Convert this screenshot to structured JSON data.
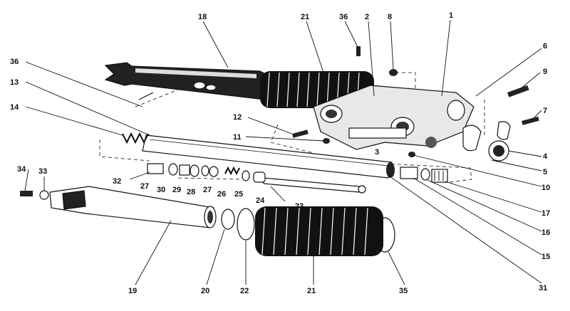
{
  "diagram": {
    "labels": [
      "18",
      "21",
      "36",
      "2",
      "8",
      "1",
      "6",
      "9",
      "36",
      "13",
      "14",
      "12",
      "7",
      "11",
      "3",
      "4",
      "5",
      "10",
      "34",
      "33",
      "32",
      "27",
      "30",
      "29",
      "28",
      "27",
      "26",
      "25",
      "24",
      "23",
      "17",
      "16",
      "15",
      "31",
      "19",
      "20",
      "22",
      "21",
      "35"
    ]
  }
}
